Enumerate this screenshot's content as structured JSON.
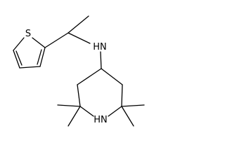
{
  "atoms": {
    "sulfur": "S",
    "amine_n": "N",
    "amine_h": "H",
    "ring_n": "N",
    "ring_h": "H"
  },
  "colors": {
    "bond": "#000000",
    "text": "#000000",
    "background": "#ffffff"
  }
}
